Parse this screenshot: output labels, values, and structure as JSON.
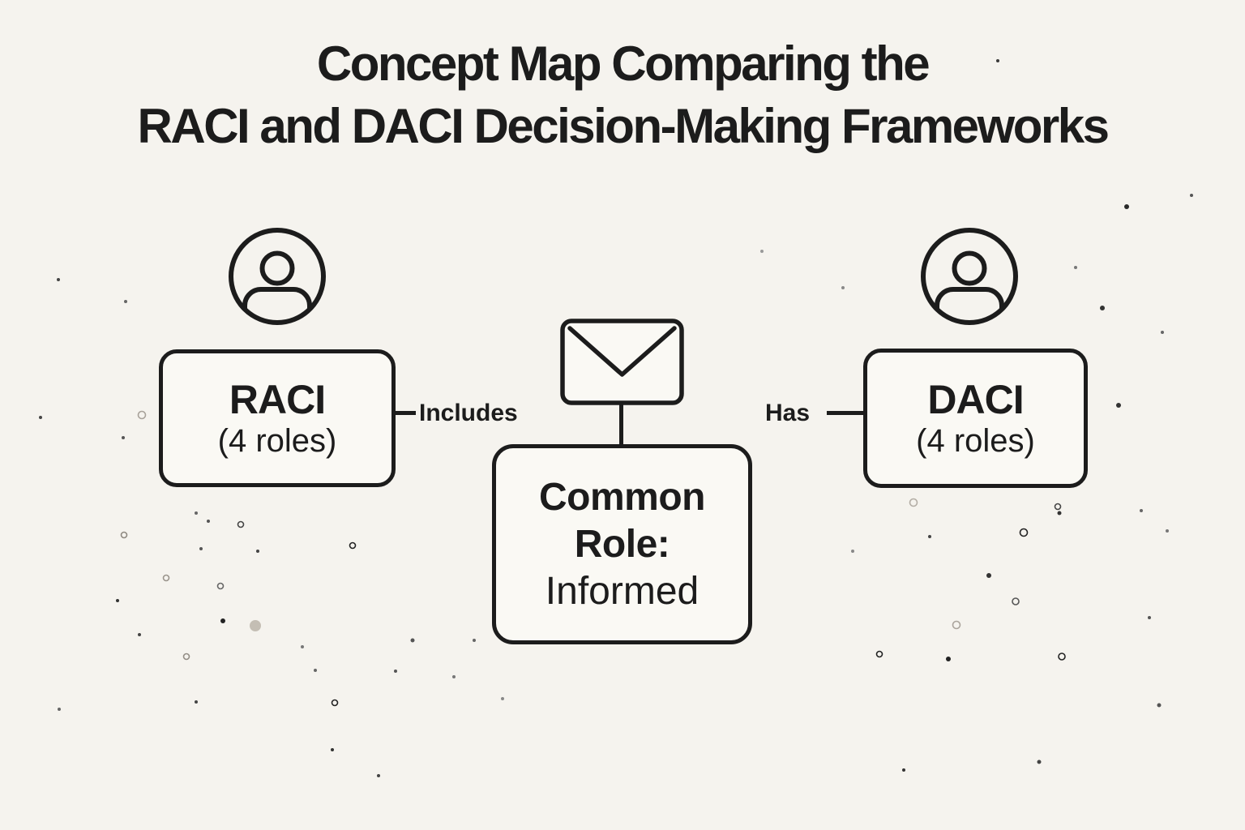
{
  "meta": {
    "background_color": "#f5f3ee",
    "ink_color": "#1c1c1c",
    "node_fill_color": "#faf9f4"
  },
  "title": {
    "line1": "Concept Map Comparing the",
    "line2": "RACI and DACI Decision-Making Frameworks"
  },
  "nodes": {
    "raci": {
      "label": "RACI",
      "sublabel": "(4 roles)",
      "icon": "person-icon"
    },
    "daci": {
      "label": "DACI",
      "sublabel": "(4 roles)",
      "icon": "person-icon"
    },
    "common": {
      "line1": "Common",
      "line2": "Role:",
      "line3": "Informed",
      "icon": "envelope-icon"
    }
  },
  "edges": {
    "raci_common": {
      "label": "Includes"
    },
    "common_daci": {
      "label": "Has"
    }
  }
}
